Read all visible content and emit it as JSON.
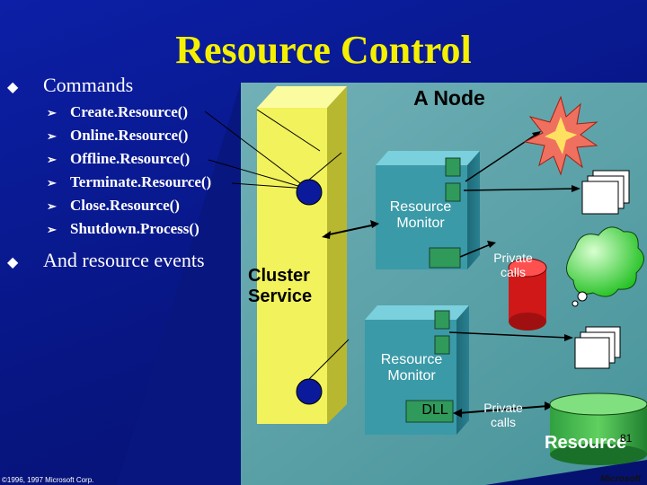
{
  "title": "Resource Control",
  "bullets": {
    "commands": "Commands",
    "events": "And resource events",
    "command_items": [
      "Create.Resource()",
      "Online.Resource()",
      "Offline.Resource()",
      "Terminate.Resource()",
      "Close.Resource()",
      "Shutdown.Process()"
    ]
  },
  "diagram": {
    "node_label": "A Node",
    "resource_monitor_1": "Resource\nMonitor",
    "resource_monitor_2": "Resource\nMonitor",
    "cluster_service": "Cluster\nService",
    "private_calls_1": "Private\ncalls",
    "private_calls_2": "Private\ncalls",
    "dll": "DLL",
    "resource": "Resource"
  },
  "footer": {
    "page_number": "81",
    "copyright": "©1996, 1997 Microsoft Corp.",
    "logo_text": "Microsoft"
  },
  "colors": {
    "background": "#0a1a8c",
    "title": "#f4f000",
    "cluster_service": "#f2f25c",
    "monitor_box": "#3a9aa8",
    "node_plane": "#5aa8a8"
  }
}
